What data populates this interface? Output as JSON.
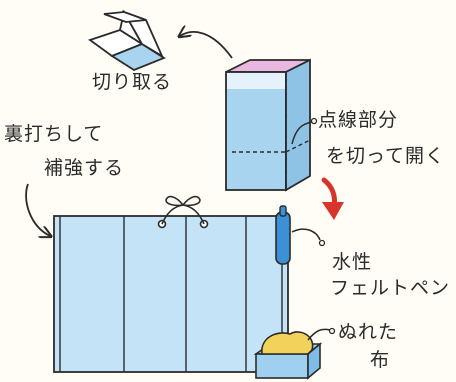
{
  "labels": {
    "cut_off": "切り取る",
    "dotted_line_part": "点線部分",
    "cut_and_open": "を切って開く",
    "backing_reinforce_line1": "裏打ちして",
    "backing_reinforce_line2": "補強する",
    "water_based_line1": "水性",
    "water_based_line2": "フェルトペン",
    "wet_cloth_line1": "ぬれた",
    "wet_cloth_line2": "布"
  },
  "colors": {
    "ink": "#2b2b2b",
    "carton_blue": "#a8d4f0",
    "carton_pink": "#e8b8e0",
    "paper_blue": "#c5e3f7",
    "arrow_red": "#d9342b",
    "pen_blue": "#3d8fd6",
    "cloth_yellow": "#f2d25a",
    "tray_blue": "#9fd0f0"
  }
}
